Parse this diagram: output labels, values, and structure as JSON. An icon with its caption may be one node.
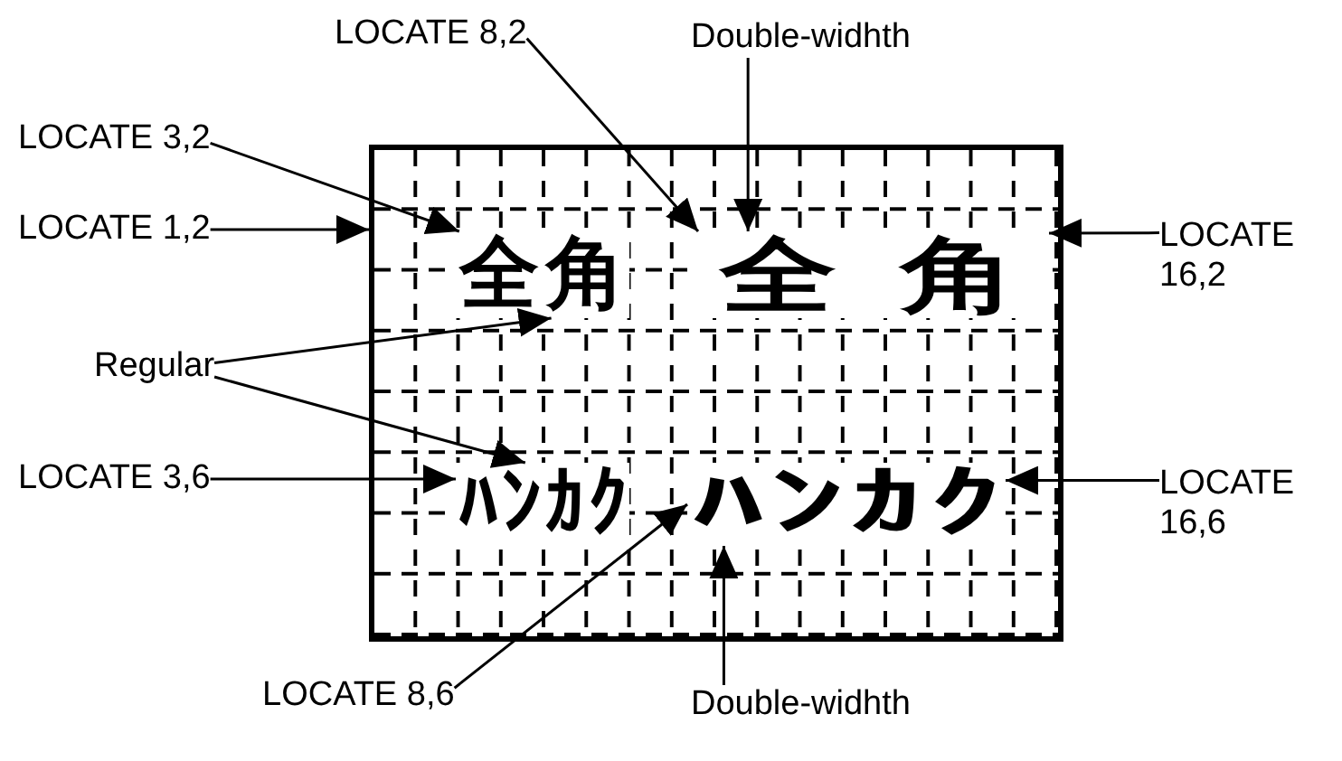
{
  "diagram": {
    "nodes": [
      {
        "text": [
          "LOCATE 8,2"
        ]
      },
      {
        "text": [
          "Double-widhth"
        ]
      },
      {
        "text": [
          "LOCATE 3,2"
        ]
      },
      {
        "text": [
          "LOCATE 1,2"
        ]
      },
      {
        "text": [
          "LOCATE 16,2"
        ]
      },
      {
        "text": [],
        "shape": "box"
      },
      {
        "text": [
          "全角"
        ],
        "in": 5
      },
      {
        "text": [
          "全角"
        ],
        "in": 5
      },
      {
        "text": [
          "Regular"
        ]
      },
      {
        "text": [
          "LOCATE 3,6"
        ]
      },
      {
        "text": [
          "ﾊﾝｶｸ"
        ],
        "in": 5
      },
      {
        "text": [
          "ﾊﾝｶｸ"
        ],
        "in": 5
      },
      {
        "text": [
          "LOCATE 16,6"
        ]
      },
      {
        "text": [
          "LOCATE 8,6"
        ]
      },
      {
        "text": [
          "Double-widhth"
        ]
      }
    ],
    "edges": [
      {
        "from": 2,
        "to": 6,
        "arrow": "to"
      },
      {
        "from": 3,
        "to": 5,
        "arrow": "to"
      },
      {
        "from": 0,
        "to": 7,
        "arrow": "to"
      },
      {
        "from": 1,
        "to": 7,
        "arrow": "to"
      },
      {
        "from": 4,
        "to": 7,
        "arrow": "to"
      },
      {
        "from": 8,
        "to": 6,
        "arrow": "to"
      },
      {
        "from": 8,
        "to": 10,
        "arrow": "to"
      },
      {
        "from": 9,
        "to": 10,
        "arrow": "to"
      },
      {
        "from": 12,
        "to": 11,
        "arrow": "to"
      },
      {
        "from": 13,
        "to": 11,
        "arrow": "to"
      },
      {
        "from": 14,
        "to": 11,
        "arrow": "to"
      }
    ]
  }
}
